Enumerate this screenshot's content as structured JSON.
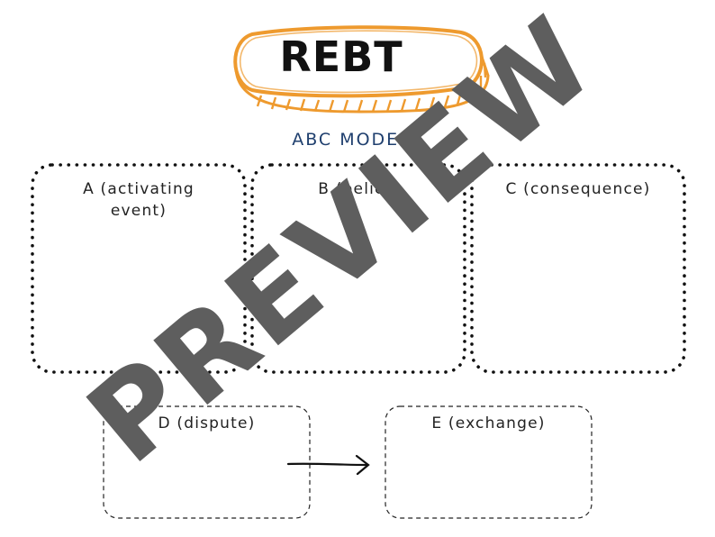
{
  "title": "REBT",
  "subtitle": "ABC MODEL",
  "boxes": {
    "a": "A (activating event)",
    "b": "B (belief)",
    "c": "C (consequence)",
    "d": "D (dispute)",
    "e": "E (exchange)"
  },
  "watermark": "PREVIEW",
  "colors": {
    "title_border": "#ee9a2e",
    "subtitle": "#1f3f6e",
    "watermark": "#5e5e5e"
  }
}
